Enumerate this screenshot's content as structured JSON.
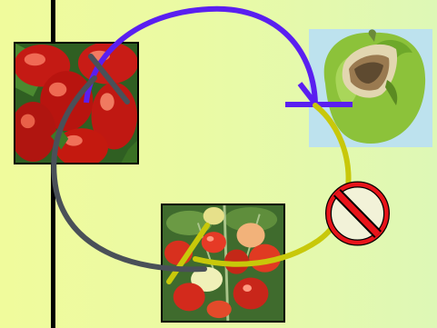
{
  "colors": {
    "background": "#eafaa4",
    "divider": "#000000",
    "arrow_top": "#5a1ff0",
    "arrow_right": "#c8c80a",
    "arrow_left": "#4a5058",
    "prohibition_ring": "#e8141a"
  },
  "nodes": [
    {
      "name": "tomatoes-photo"
    },
    {
      "name": "damaged-pepper-photo"
    },
    {
      "name": "pepper-plant-photo"
    }
  ],
  "icons": [
    "no-entry-sign-icon"
  ]
}
